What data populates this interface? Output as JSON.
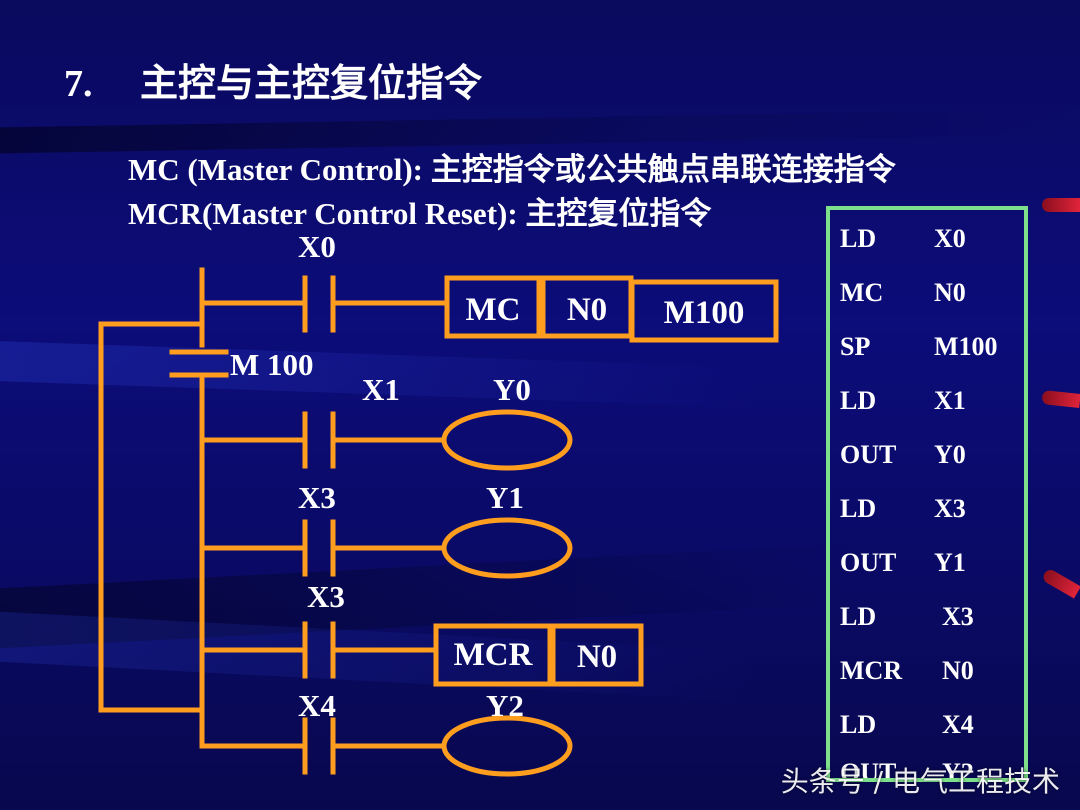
{
  "slide": {
    "number": "7.",
    "title": "主控与主控复位指令",
    "line1": "MC (Master Control): 主控指令或公共触点串联连接指令",
    "line2": "MCR(Master Control Reset): 主控复位指令"
  },
  "ladder": {
    "contacts": {
      "x0": "X0",
      "m100": "M 100",
      "x1": "X1",
      "x3a": "X3",
      "x3b": "X3",
      "x4": "X4"
    },
    "coils": {
      "y0": "Y0",
      "y1": "Y1",
      "y2": "Y2"
    },
    "mc_box": {
      "op": "MC",
      "nest": "N0",
      "device": "M100"
    },
    "mcr_box": {
      "op": "MCR",
      "nest": "N0"
    }
  },
  "instruction_list": [
    {
      "op": "LD",
      "arg": "X0"
    },
    {
      "op": "MC",
      "arg": "N0"
    },
    {
      "op": "SP",
      "arg": "M100"
    },
    {
      "op": "LD",
      "arg": "X1"
    },
    {
      "op": "OUT",
      "arg": "Y0"
    },
    {
      "op": "LD",
      "arg": "X3"
    },
    {
      "op": "OUT",
      "arg": "Y1"
    },
    {
      "op": "LD",
      "arg": "X3"
    },
    {
      "op": "MCR",
      "arg": "N0"
    },
    {
      "op": "LD",
      "arg": "X4"
    },
    {
      "op": "OUT",
      "arg": "Y2"
    }
  ],
  "colors": {
    "wire": "#ff9d1f",
    "listing_border": "#7ee08a",
    "accent_red": "#e0243a"
  },
  "watermark": "头条号 / 电气工程技术"
}
